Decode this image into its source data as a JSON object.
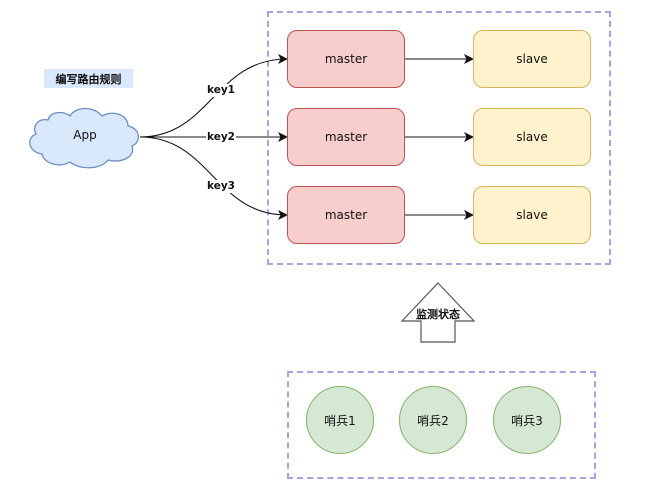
{
  "routing_label": "编写路由规则",
  "client": {
    "label": "App"
  },
  "keys": [
    "key1",
    "key2",
    "key3"
  ],
  "shards": [
    {
      "master": "master",
      "slave": "slave"
    },
    {
      "master": "master",
      "slave": "slave"
    },
    {
      "master": "master",
      "slave": "slave"
    }
  ],
  "monitor_label": "监测状态",
  "sentinels": [
    "哨兵1",
    "哨兵2",
    "哨兵3"
  ],
  "colors": {
    "master_fill": "#f8cecc",
    "master_stroke": "#b85450",
    "slave_fill": "#fff2cc",
    "slave_stroke": "#d6b656",
    "sentinel_fill": "#d5e8d4",
    "sentinel_stroke": "#82b366",
    "cloud_fill": "#dae8fc",
    "cloud_stroke": "#6c8ebf",
    "group_border": "#a8a2e0"
  }
}
